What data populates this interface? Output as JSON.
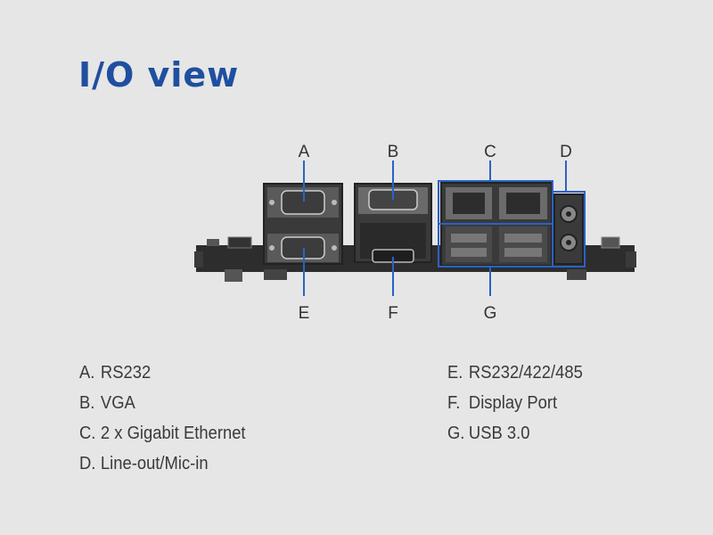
{
  "title": "I/O view",
  "accent_color": "#2b62c4",
  "callouts": {
    "A": "A",
    "B": "B",
    "C": "C",
    "D": "D",
    "E": "E",
    "F": "F",
    "G": "G"
  },
  "legend_left": [
    {
      "key": "A.",
      "label": "RS232"
    },
    {
      "key": "B.",
      "label": "VGA"
    },
    {
      "key": "C.",
      "label": "2 x Gigabit Ethernet"
    },
    {
      "key": "D.",
      "label": "Line-out/Mic-in"
    }
  ],
  "legend_right": [
    {
      "key": "E.",
      "label": "RS232/422/485"
    },
    {
      "key": "F.",
      "label": "Display Port"
    },
    {
      "key": "G.",
      "label": "USB 3.0"
    }
  ]
}
